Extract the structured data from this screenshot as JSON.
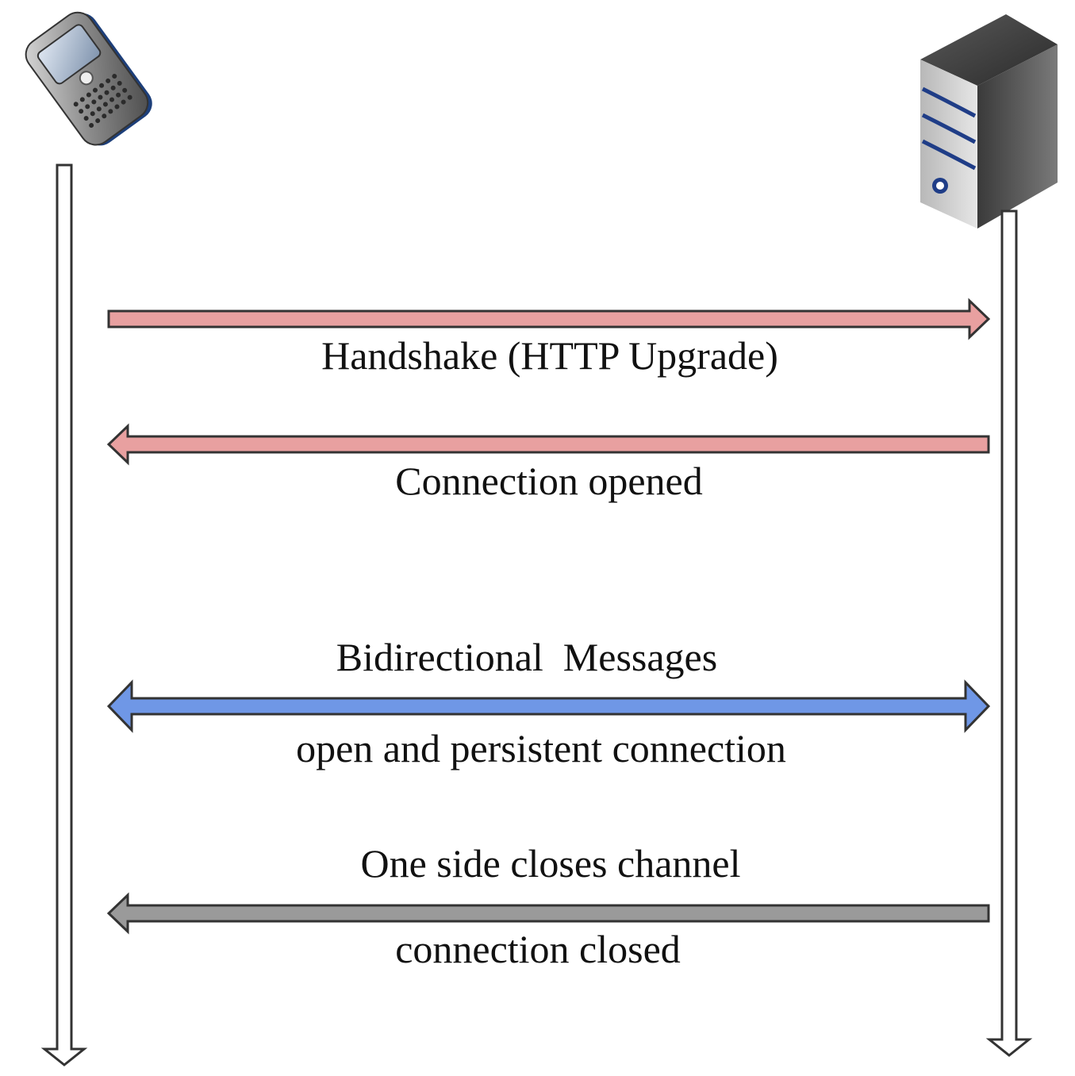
{
  "participants": {
    "client": {
      "icon": "mobile-phone-icon"
    },
    "server": {
      "icon": "server-tower-icon"
    }
  },
  "messages": [
    {
      "id": "handshake",
      "direction": "client-to-server",
      "color": "#e8a0a0",
      "label_below": "Handshake (HTTP Upgrade)"
    },
    {
      "id": "opened",
      "direction": "server-to-client",
      "color": "#e8a0a0",
      "label_below": "Connection opened"
    },
    {
      "id": "bidirectional",
      "direction": "both",
      "color": "#6f97e6",
      "label_above": "Bidirectional  Messages",
      "label_below": "open and persistent connection"
    },
    {
      "id": "close",
      "direction": "server-to-client",
      "color": "#9a9a9a",
      "label_above": "One side closes channel",
      "label_below": "connection closed"
    }
  ],
  "colors": {
    "outline": "#333333",
    "lifeline_fill": "#ffffff"
  }
}
